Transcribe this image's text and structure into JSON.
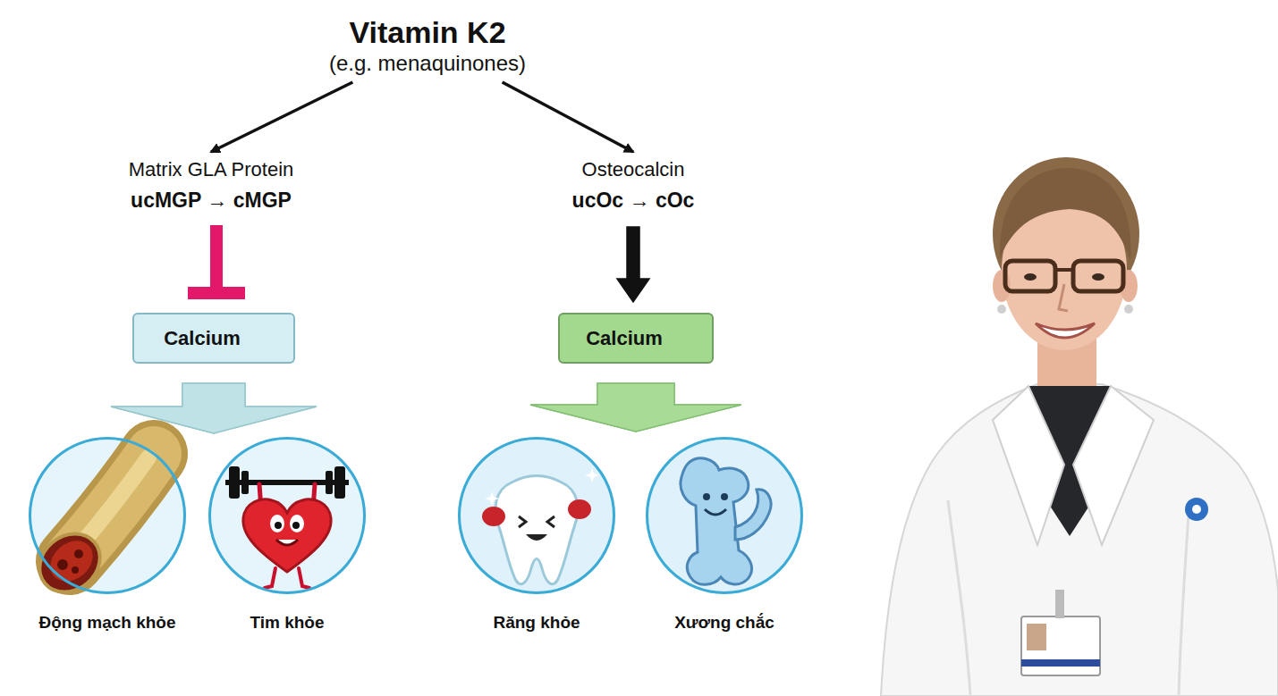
{
  "diagram": {
    "nodes": [
      {
        "text": [
          "Vitamin K2",
          "(e.g. menaquinones)"
        ]
      },
      {
        "text": [
          "Matrix GLA Protein",
          "ucMGP → cMGP"
        ]
      },
      {
        "text": [
          "Osteocalcin",
          "ucOc → cOc"
        ]
      },
      {
        "text": [
          "Calcium"
        ]
      },
      {
        "text": [
          "Calcium"
        ]
      },
      {
        "text": [
          "Động mạch khỏe"
        ]
      },
      {
        "text": [
          "Tim khỏe"
        ]
      },
      {
        "text": [
          "Răng khỏe"
        ]
      },
      {
        "text": [
          "Xương chắc"
        ]
      }
    ],
    "edges": [
      {
        "from": 0,
        "to": 1,
        "arrow": "to"
      },
      {
        "from": 0,
        "to": 2,
        "arrow": "to"
      },
      {
        "from": 1,
        "to": 3,
        "arrow": "to"
      },
      {
        "from": 2,
        "to": 4,
        "arrow": "to"
      },
      {
        "from": 3,
        "to": 5,
        "arrow": "to"
      },
      {
        "from": 3,
        "to": 6,
        "arrow": "to"
      },
      {
        "from": 4,
        "to": 7,
        "arrow": "to"
      },
      {
        "from": 4,
        "to": 8,
        "arrow": "to"
      }
    ]
  }
}
